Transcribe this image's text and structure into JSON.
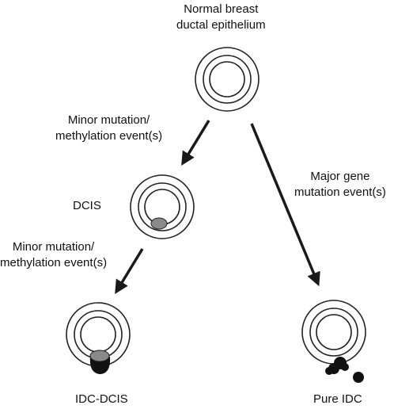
{
  "stages": {
    "normal": {
      "line1": "Normal breast",
      "line2": "ductal epithelium"
    },
    "dcis": {
      "label": "DCIS"
    },
    "idc_dcis": {
      "label": "IDC-DCIS"
    },
    "pure_idc": {
      "label": "Pure IDC"
    }
  },
  "transitions": {
    "normal_to_dcis": {
      "line1": "Minor mutation/",
      "line2": "methylation event(s)"
    },
    "dcis_to_idc_dcis": {
      "line1": "Minor mutation/",
      "line2": "methylation event(s)"
    },
    "normal_to_pure_idc": {
      "line1": "Major gene",
      "line2": "mutation event(s)"
    }
  },
  "colors": {
    "outline": "#222222",
    "arrow": "#1a1a1a",
    "lesion_grey": "#8a8a8a",
    "lesion_black": "#111111"
  }
}
